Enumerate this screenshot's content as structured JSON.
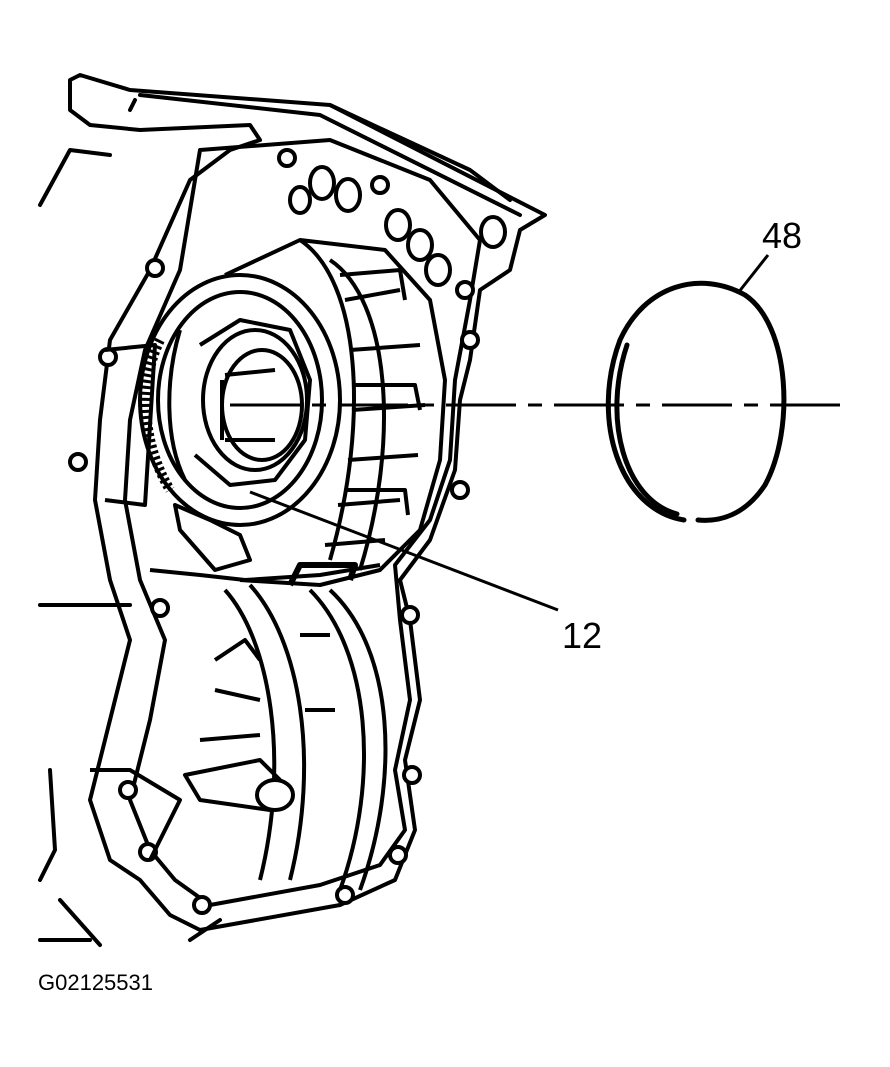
{
  "callouts": [
    {
      "id": "callout-48",
      "text": "48"
    },
    {
      "id": "callout-12",
      "text": "12"
    }
  ],
  "figure_code": "G02125531",
  "colors": {
    "line": "#000000",
    "background": "#ffffff"
  }
}
